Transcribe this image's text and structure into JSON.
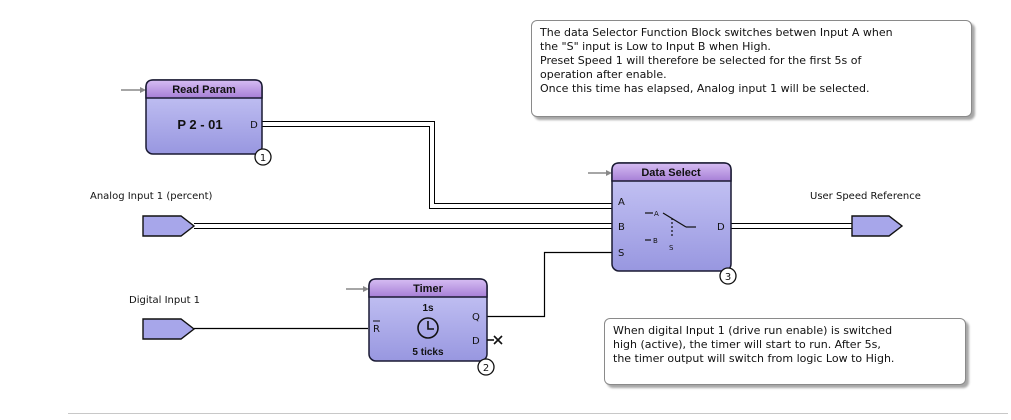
{
  "colors": {
    "block_header": "#b48de0",
    "block_body": "#a7a6ea",
    "block_border": "#1a1a33",
    "wire": "#000000",
    "arrow_fill": "#a7a6ea"
  },
  "blocks": {
    "read_param": {
      "title": "Read Param",
      "value": "P 2 - 01",
      "out_d": "D",
      "number": "1"
    },
    "data_select": {
      "title": "Data Select",
      "in_a": "A",
      "in_b": "B",
      "in_s": "S",
      "out_d": "D",
      "sym_a": "A",
      "sym_b": "B",
      "sym_s": "S",
      "number": "3"
    },
    "timer": {
      "title": "Timer",
      "time": "1s",
      "ticks": "5 ticks",
      "in_r": "R",
      "out_q": "Q",
      "out_d": "D",
      "number": "2"
    }
  },
  "signals": {
    "analog_input": "Analog Input 1 (percent)",
    "digital_input": "Digital Input 1",
    "user_speed_ref": "User Speed Reference"
  },
  "notes": {
    "top": [
      "The data Selector Function Block switches betwen Input A when",
      "the \"S\" input is Low to Input B when High.",
      "Preset Speed 1 will therefore be selected for the first 5s of",
      "operation after enable.",
      "Once this time has elapsed, Analog input 1 will be selected."
    ],
    "bottom": [
      "When digital Input 1 (drive run enable) is switched",
      "high (active), the timer will start to run.   After 5s,",
      "the timer output will switch from logic Low to High."
    ]
  }
}
